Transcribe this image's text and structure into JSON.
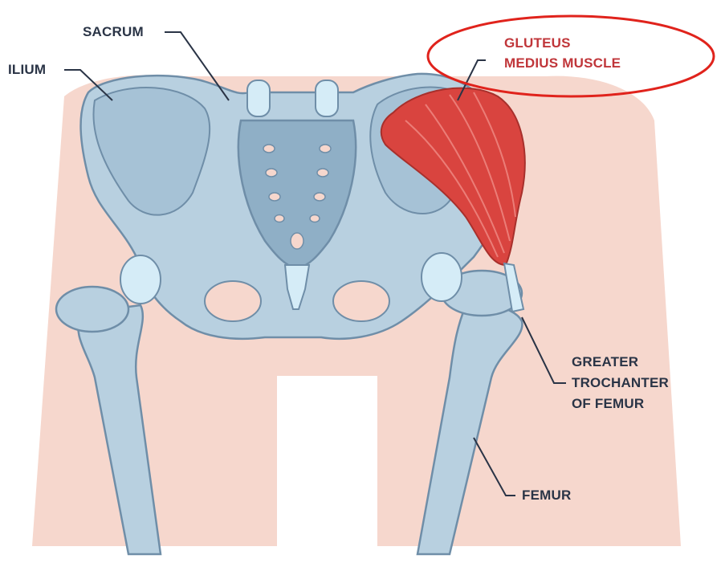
{
  "labels": {
    "sacrum": "SACRUM",
    "ilium": "ILIUM",
    "gluteus_line1": "GLUTEUS",
    "gluteus_line2": "MEDIUS MUSCLE",
    "trochanter_line1": "GREATER",
    "trochanter_line2": "TROCHANTER",
    "trochanter_line3": "OF FEMUR",
    "femur": "FEMUR"
  },
  "colors": {
    "skin": "#f6d7cd",
    "bone": "#b8d0e0",
    "bone_dark": "#6f8ea8",
    "cartilage": "#d5ecf7",
    "muscle": "#d9443f",
    "label_text": "#2a3446",
    "highlight_text": "#c0363a",
    "highlight_ellipse": "#e0231c"
  }
}
